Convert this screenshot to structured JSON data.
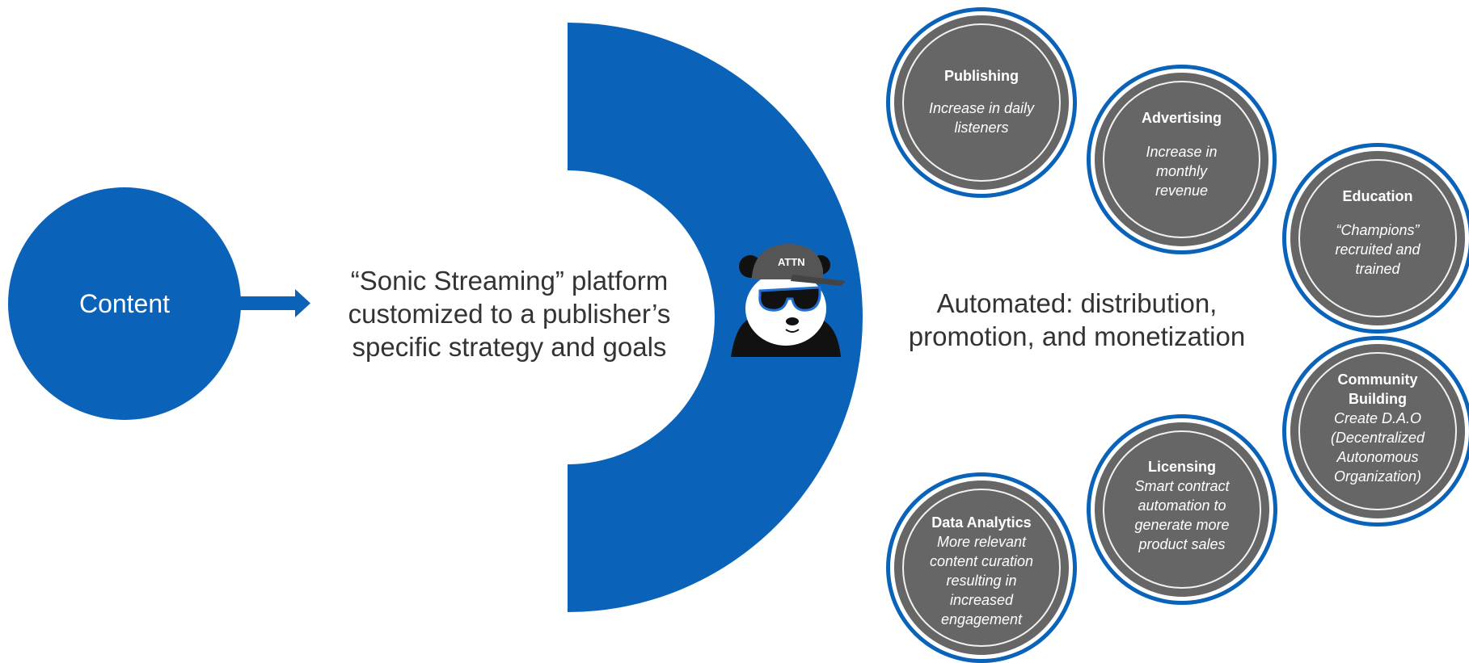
{
  "colors": {
    "brand_blue": "#0a63b9",
    "benefit_gray": "#666666",
    "text_dark": "#333333",
    "white": "#ffffff"
  },
  "content_label": "Content",
  "platform_text": "“Sonic Streaming” platform customized to a publisher’s specific strategy and goals",
  "automated_text": "Automated: distribution, promotion, and monetization",
  "logo": {
    "icon": "panda-mascot-icon",
    "cap_text": "ATTN"
  },
  "benefits": [
    {
      "title": "Publishing",
      "desc": "Increase in daily listeners"
    },
    {
      "title": "Advertising",
      "desc": "Increase in monthly revenue"
    },
    {
      "title": "Education",
      "desc": "“Champions” recruited and trained"
    },
    {
      "title": "Community Building",
      "desc": "Create D.A.O (Decentralized Autonomous Organization)"
    },
    {
      "title": "Licensing",
      "desc": "Smart contract automation to generate more product sales"
    },
    {
      "title": "Data Analytics",
      "desc": "More relevant content curation resulting in increased engagement"
    }
  ]
}
